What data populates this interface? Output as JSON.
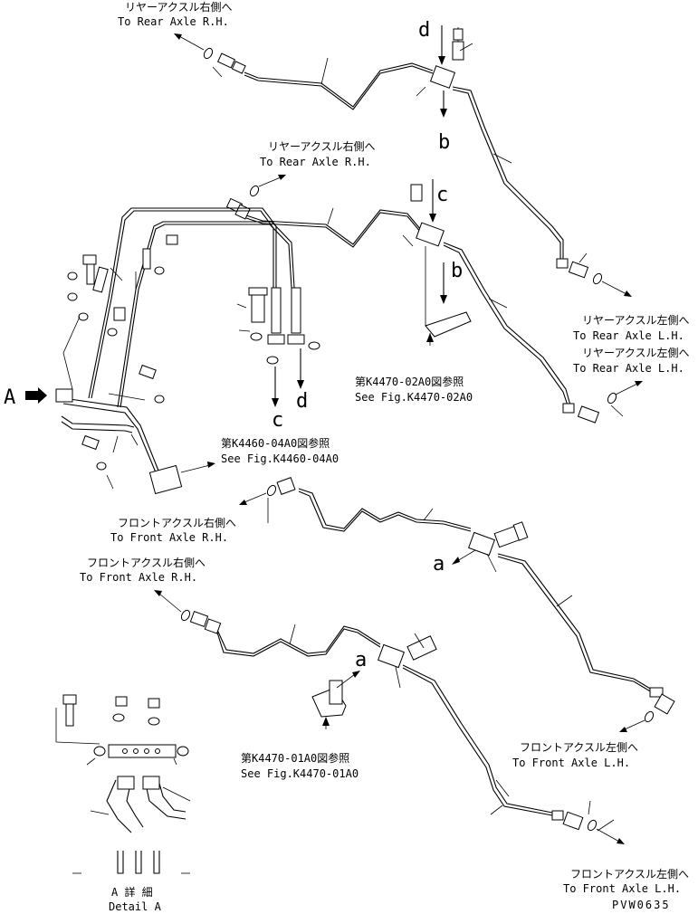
{
  "labels": {
    "rear_rh_top_jp": "リヤーアクスル右側へ",
    "rear_rh_top_en": "To Rear Axle R.H.",
    "rear_rh_mid_jp": "リヤーアクスル右側へ",
    "rear_rh_mid_en": "To Rear Axle R.H.",
    "rear_lh_1_jp": "リヤーアクスル左側へ",
    "rear_lh_1_en": "To Rear Axle L.H.",
    "rear_lh_2_jp": "リヤーアクスル左側へ",
    "rear_lh_2_en": "To Rear Axle L.H.",
    "fig_4470_02_jp": "第K4470-02A0図参照",
    "fig_4470_02_en": "See Fig.K4470-02A0",
    "fig_4460_04_jp": "第K4460-04A0図参照",
    "fig_4460_04_en": "See Fig.K4460-04A0",
    "front_rh_1_jp": "フロントアクスル右側へ",
    "front_rh_1_en": "To Front Axle R.H.",
    "front_rh_2_jp": "フロントアクスル右側へ",
    "front_rh_2_en": "To Front Axle R.H.",
    "front_lh_1_jp": "フロントアクスル左側へ",
    "front_lh_1_en": "To Front Axle L.H.",
    "front_lh_2_jp": "フロントアクスル左側へ",
    "front_lh_2_en": "To Front Axle L.H.",
    "fig_4470_01_jp": "第K4470-01A0図参照",
    "fig_4470_01_en": "See Fig.K4470-01A0",
    "detail_jp": "A 詳 細",
    "detail_en": "Detail A",
    "drawing_code": "PVW0635"
  },
  "markers": {
    "a1": "a",
    "a2": "a",
    "b1": "b",
    "b2": "b",
    "c1": "c",
    "c2": "c",
    "d1": "d",
    "d2": "d",
    "view_A": "A"
  }
}
